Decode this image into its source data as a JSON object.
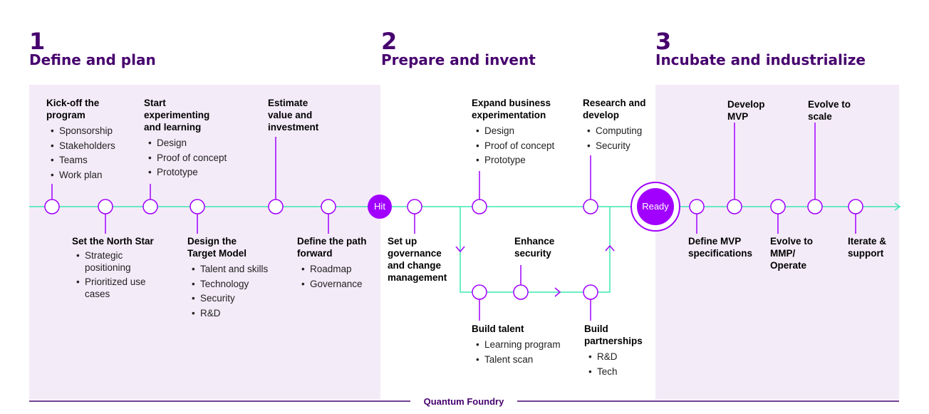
{
  "phases": [
    {
      "number": "1",
      "title": "Define and plan"
    },
    {
      "number": "2",
      "title": "Prepare and invent"
    },
    {
      "number": "3",
      "title": "Incubate and industrialize"
    }
  ],
  "milestones": {
    "hit": "Hit",
    "ready": "Ready"
  },
  "footer": "Quantum Foundry",
  "steps": {
    "kickoff": {
      "title": "Kick-off the program",
      "items": [
        "Sponsorship",
        "Stakeholders",
        "Teams",
        "Work plan"
      ]
    },
    "north_star": {
      "title": "Set the North Star",
      "items": [
        "Strategic positioning",
        "Prioritized use cases"
      ]
    },
    "start_exp": {
      "title": "Start experimenting and learning",
      "items": [
        "Design",
        "Proof of concept",
        "Prototype"
      ]
    },
    "target_model": {
      "title": "Design the Target Model",
      "items": [
        "Talent and skills",
        "Technology",
        "Security",
        "R&D"
      ]
    },
    "estimate": {
      "title": "Estimate value and investment",
      "items": []
    },
    "path_forward": {
      "title": "Define the path forward",
      "items": [
        "Roadmap",
        "Governance"
      ]
    },
    "governance": {
      "title": "Set up governance and change management",
      "items": []
    },
    "expand_exp": {
      "title": "Expand business experimentation",
      "items": [
        "Design",
        "Proof of concept",
        "Prototype"
      ]
    },
    "research": {
      "title": "Research and develop",
      "items": [
        "Computing",
        "Security"
      ]
    },
    "enhance_security": {
      "title": "Enhance security",
      "items": []
    },
    "build_talent": {
      "title": "Build talent",
      "items": [
        "Learning program",
        "Talent scan"
      ]
    },
    "build_partnerships": {
      "title": "Build partnerships",
      "items": [
        "R&D",
        "Tech"
      ]
    },
    "mvp_specs": {
      "title": "Define MVP specifications",
      "items": []
    },
    "develop_mvp": {
      "title": "Develop MVP",
      "items": []
    },
    "evolve_mmp": {
      "title": "Evolve to MMP/ Operate",
      "items": []
    },
    "evolve_scale": {
      "title": "Evolve to scale",
      "items": []
    },
    "iterate": {
      "title": "Iterate & support",
      "items": []
    }
  },
  "colors": {
    "deep_purple": "#46006e",
    "accent_purple": "#a100ff",
    "panel": "#f4ebf9",
    "line": "#3be8b0"
  }
}
